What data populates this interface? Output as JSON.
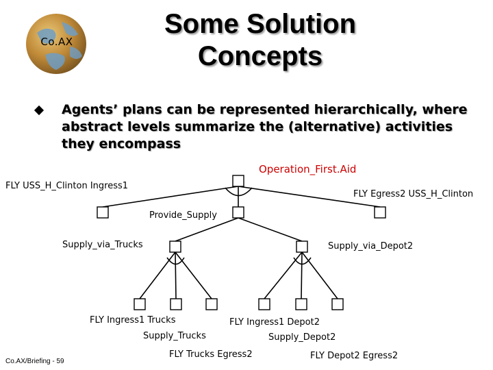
{
  "header": {
    "logo_text": "Co.AX",
    "title_line1": "Some Solution",
    "title_line2": "Concepts"
  },
  "bullets": [
    "Agents’ plans can be represented hierarchically, where abstract levels summarize the (alternative) activities they encompass"
  ],
  "diagram": {
    "root": "Operation_First.Aid",
    "left_leaf": "FLY USS_H_Clinton Ingress1",
    "right_leaf": "FLY Egress2 USS_H_Clinton",
    "provide": "Provide_Supply",
    "trucks": "Supply_via_Trucks",
    "depot": "Supply_via_Depot2",
    "t1": "FLY Ingress1 Trucks",
    "t2": "Supply_Trucks",
    "t3": "FLY Trucks Egress2",
    "d1": "FLY Ingress1 Depot2",
    "d2": "Supply_Depot2",
    "d3": "FLY Depot2 Egress2",
    "colors": {
      "root_label": "#cc0000",
      "lines": "#000000"
    }
  },
  "footer": {
    "text": "Co.AX/Briefing - 59"
  }
}
